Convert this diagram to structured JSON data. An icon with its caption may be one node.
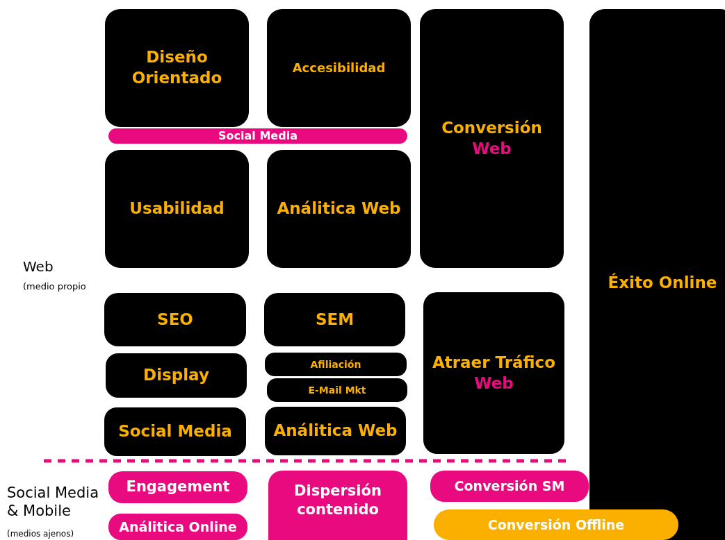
{
  "diagram": {
    "nodes": [
      {
        "text": [
          "Diseño Orientado"
        ]
      },
      {
        "text": [
          "Accesibilidad"
        ]
      },
      {
        "text": [
          "Conversión",
          "Web"
        ]
      },
      {
        "text": [
          "Social Media"
        ]
      },
      {
        "text": [
          "Usabilidad"
        ]
      },
      {
        "text": [
          "Análitica Web"
        ]
      },
      {
        "text": [
          "Éxito Online"
        ]
      },
      {
        "text": [
          "SEO"
        ]
      },
      {
        "text": [
          "SEM"
        ]
      },
      {
        "text": [
          "Atraer Tráfico",
          "Web"
        ]
      },
      {
        "text": [
          "Display"
        ]
      },
      {
        "text": [
          "Afiliación"
        ]
      },
      {
        "text": [
          "E-Mail Mkt"
        ]
      },
      {
        "text": [
          "Social Media"
        ]
      },
      {
        "text": [
          "Análitica Web"
        ]
      },
      {
        "text": [
          "Engagement"
        ]
      },
      {
        "text": [
          "Dispersión contenido"
        ]
      },
      {
        "text": [
          "Conversión SM"
        ]
      },
      {
        "text": [
          "Análitica Online"
        ]
      },
      {
        "text": [
          "Conversión Offline"
        ]
      }
    ],
    "labels": [
      "Web",
      "(medio propio",
      "Social Media & Mobile",
      "(medios ajenos)"
    ]
  }
}
